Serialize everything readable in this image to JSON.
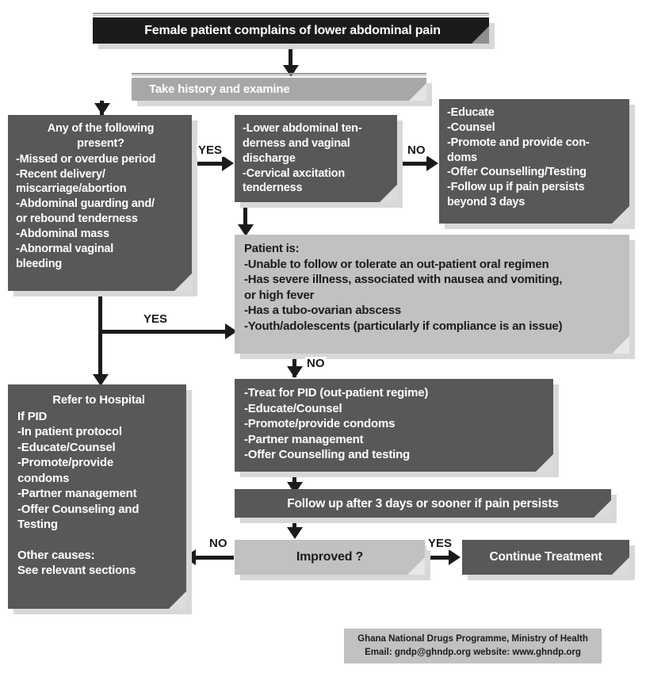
{
  "title": "Female patient complains of lower abdominal pain flowchart",
  "colors": {
    "dark": "#1b1b1b",
    "mid": "#585858",
    "light": "#c1c1c1",
    "page_background": "#ffffff",
    "shadow": "#d8d8d8"
  },
  "nodes": {
    "start": {
      "label": "Female patient complains of lower abdominal pain",
      "style": "dark"
    },
    "history": {
      "label": "Take history and examine",
      "style": "lightmid"
    },
    "any_following": {
      "label": "Any of the following\npresent?",
      "items": "-Missed or overdue period\n-Recent delivery/\nmiscarriage/abortion\n-Abdominal guarding and/\nor rebound tenderness\n-Abdominal mass\n-Abnormal vaginal\nbleeding",
      "style": "mid"
    },
    "tenderness": {
      "label": "-Lower abdominal ten-\nderness and vaginal\ndischarge\n-Cervical axcitation\ntenderness",
      "style": "mid"
    },
    "educate": {
      "label": "-Educate\n-Counsel\n-Promote and provide con-\ndoms\n-Offer Counselling/Testing\n-Follow up if pain persists\nbeyond 3 days",
      "style": "mid"
    },
    "patient_is": {
      "heading": "Patient is:",
      "label": "-Unable to follow or tolerate an out-patient oral regimen\n-Has severe illness, associated with nausea and vomiting,\nor high fever\n-Has a tubo-ovarian abscess\n-Youth/adolescents (particularly if compliance is an issue)",
      "style": "light"
    },
    "treat_pid": {
      "label": "-Treat for PID  (out-patient regime)\n-Educate/Counsel\n-Promote/provide condoms\n-Partner management\n-Offer Counselling and testing",
      "style": "mid"
    },
    "refer": {
      "heading": "Refer to Hospital",
      "label": "If PID\n-In patient protocol\n-Educate/Counsel\n-Promote/provide\ncondoms\n-Partner management\n-Offer Counseling and\nTesting",
      "other": "Other causes:\nSee relevant sections",
      "style": "mid"
    },
    "follow_up": {
      "label": "Follow up after 3 days or sooner if pain persists",
      "style": "mid"
    },
    "improved": {
      "label": "Improved ?",
      "style": "light"
    },
    "continue": {
      "label": "Continue Treatment",
      "style": "mid"
    }
  },
  "edge_labels": {
    "yes_top": "YES",
    "no_top": "NO",
    "yes_mid": "YES",
    "no_mid": "NO",
    "no_bottom": "NO",
    "yes_bottom": "YES"
  },
  "footer": {
    "line1": "Ghana National Drugs Programme, Ministry of Health",
    "line2": "Email: gndp@ghndp.org     website: www.ghndp.org"
  }
}
